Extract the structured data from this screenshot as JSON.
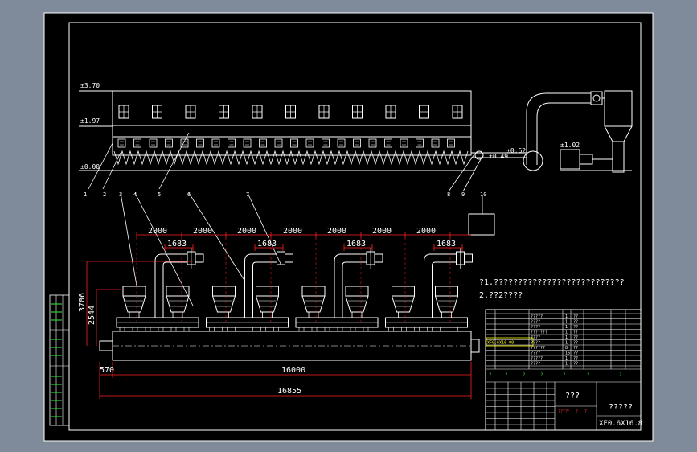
{
  "colors": {
    "background_outer": "#7f8b9a",
    "sheet": "#000000",
    "line": "#ffffff",
    "dimension": "#ff2020",
    "highlight": "#ffff00",
    "green": "#33cc33",
    "red_text": "#ff3030"
  },
  "elevations": [
    "±3.70",
    "±1.97",
    "±0.00",
    "±0.49",
    "±0.62",
    "±1.02"
  ],
  "callouts": [
    "1",
    "2",
    "3",
    "4",
    "5",
    "6",
    "7",
    "8",
    "9",
    "10"
  ],
  "dimensions": {
    "spacing": "2000",
    "inner": "1683",
    "height_total": "3786",
    "height_inner": "2544",
    "offset_left": "570",
    "length": "16000",
    "overall": "16855"
  },
  "notes": {
    "line1": "?1.???????????????????????????",
    "line2": "2.??2????"
  },
  "title_block": {
    "main_title": "???",
    "sub_title": "?????",
    "drawing_number": "XF0.6X16.8",
    "highlight_code": "XF0.6X16-00",
    "header_row": [
      "?",
      "?",
      "?",
      "?",
      "?",
      "?",
      "?"
    ],
    "rows": [
      [
        "",
        "?????",
        "1",
        "??"
      ],
      [
        "",
        "????",
        "1",
        "??"
      ],
      [
        "",
        "????",
        "1",
        "??"
      ],
      [
        "",
        "???????",
        "1",
        "??"
      ],
      [
        "",
        "????",
        "1",
        "??"
      ],
      [
        "XF0.6X16-00",
        "????",
        "1",
        "??"
      ],
      [
        "",
        "??????",
        "8",
        "??"
      ],
      [
        "",
        "????",
        "16",
        "??"
      ],
      [
        "",
        "?????",
        "1",
        "??"
      ],
      [
        "",
        "????",
        "1",
        "??"
      ]
    ],
    "bottom_cells": [
      "????",
      "?",
      "?",
      "?"
    ]
  }
}
